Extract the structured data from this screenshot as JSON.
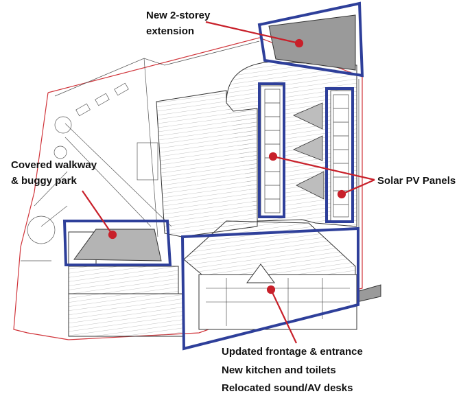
{
  "labels": {
    "extension": [
      "New 2-storey",
      "extension"
    ],
    "walkway": [
      "Covered walkway",
      "& buggy park"
    ],
    "solar": "Solar PV Panels",
    "frontage": [
      "Updated frontage & entrance",
      "New kitchen and toilets",
      "Relocated sound/AV desks"
    ]
  },
  "colors": {
    "highlight_border": "#2e3f9a",
    "callout": "#c8202a",
    "site_boundary": "#d0343a",
    "new_build_fill": "#9a9a9a"
  }
}
